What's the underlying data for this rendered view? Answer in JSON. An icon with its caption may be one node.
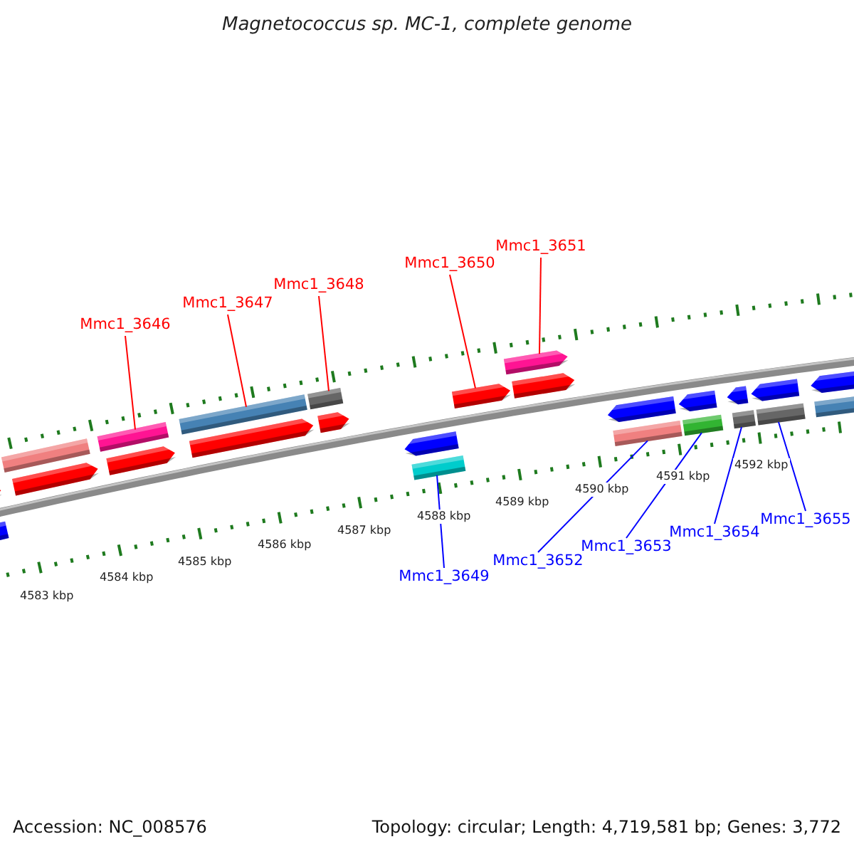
{
  "diagram": {
    "title": "Magnetococcus sp. MC-1, complete genome",
    "nodes": [
      {
        "text": [
          "Mmc1_3646"
        ]
      },
      {
        "text": [
          "Mmc1_3647"
        ]
      },
      {
        "text": [
          "Mmc1_3648"
        ]
      },
      {
        "text": [
          "Mmc1_3650"
        ]
      },
      {
        "text": [
          "Mmc1_3651"
        ]
      },
      {
        "text": [
          "Mmc1_3649"
        ]
      },
      {
        "text": [
          "Mmc1_3652"
        ]
      },
      {
        "text": [
          "Mmc1_3653"
        ]
      },
      {
        "text": [
          "Mmc1_3654"
        ]
      },
      {
        "text": [
          "Mmc1_3655"
        ]
      },
      {
        "text": [],
        "shape": "bar"
      },
      {
        "text": [],
        "shape": "bar"
      },
      {
        "text": [],
        "shape": "bar"
      },
      {
        "text": [],
        "shape": "bar"
      },
      {
        "text": [],
        "shape": "arrow"
      },
      {
        "text": [],
        "shape": "arrow"
      },
      {
        "text": [],
        "shape": "arrow"
      },
      {
        "text": [],
        "shape": "arrow"
      },
      {
        "text": [],
        "shape": "arrow"
      },
      {
        "text": [],
        "shape": "arrow"
      },
      {
        "text": [],
        "shape": "arrow"
      },
      {
        "text": [],
        "shape": "arrow"
      },
      {
        "text": [],
        "shape": "arrow"
      },
      {
        "text": [],
        "shape": "arrow"
      },
      {
        "text": [],
        "shape": "arrow"
      },
      {
        "text": [],
        "shape": "arrow"
      },
      {
        "text": [],
        "shape": "arrow"
      },
      {
        "text": [],
        "shape": "arrow"
      },
      {
        "text": [],
        "shape": "arrow"
      },
      {
        "text": [],
        "shape": "bar"
      },
      {
        "text": [],
        "shape": "bar"
      },
      {
        "text": [],
        "shape": "bar"
      },
      {
        "text": [],
        "shape": "bar"
      },
      {
        "text": [],
        "shape": "bar"
      },
      {
        "text": [],
        "shape": "bar"
      }
    ],
    "edges": [
      {
        "from": 0,
        "to": 11,
        "arrow": "none"
      },
      {
        "from": 1,
        "to": 12,
        "arrow": "none"
      },
      {
        "from": 2,
        "to": 13,
        "arrow": "none"
      },
      {
        "from": 3,
        "to": 20,
        "arrow": "none"
      },
      {
        "from": 4,
        "to": 14,
        "arrow": "none"
      },
      {
        "from": 5,
        "to": 29,
        "arrow": "none",
        "color": "#0000ff"
      },
      {
        "from": 6,
        "to": 30,
        "arrow": "none",
        "color": "#0000ff"
      },
      {
        "from": 7,
        "to": 31,
        "arrow": "none",
        "color": "#0000ff"
      },
      {
        "from": 8,
        "to": 32,
        "arrow": "none",
        "color": "#0000ff"
      },
      {
        "from": 9,
        "to": 33,
        "arrow": "none",
        "color": "#0000ff"
      }
    ],
    "labels": [
      "4583 kbp",
      "4584 kbp",
      "4585 kbp",
      "4586 kbp",
      "4587 kbp",
      "4588 kbp",
      "4589 kbp",
      "4590 kbp",
      "4591 kbp",
      "4592 kbp",
      "Accession: NC_008576",
      "Topology: circular; Length: 4,719,581 bp; Genes: 3,772"
    ]
  }
}
